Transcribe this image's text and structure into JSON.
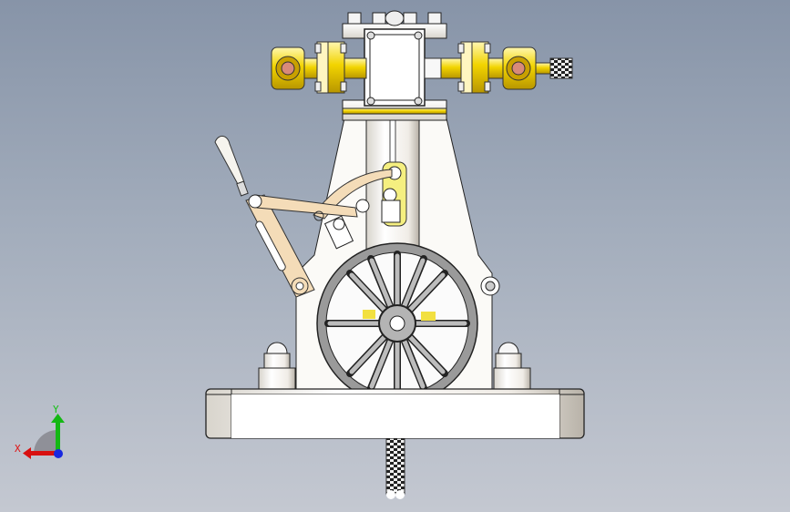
{
  "viewport": {
    "background_top": "#8794a8",
    "background_bottom": "#c4c8d1",
    "view": "Front"
  },
  "model": {
    "name": "vertical steam engine assembly",
    "parts": [
      "steam chest",
      "inlet pipe",
      "outlet pipe",
      "union fittings",
      "flanges",
      "cylinder",
      "column frame",
      "reversing lever",
      "handle",
      "linkage",
      "valve gear",
      "flywheel",
      "crosshead",
      "base plate",
      "acorn nuts",
      "shaft"
    ],
    "colors": {
      "brass": "#e6c400",
      "copper": "#d98a7a",
      "steel": "#f2f2f2",
      "bronze_link": "#f4dcb8",
      "flywheel": "#b8b8b8",
      "outline": "#1a1a1a"
    }
  },
  "triad": {
    "x_label": "X",
    "y_label": "Y",
    "x_color": "#e01010",
    "y_color": "#10c010",
    "z_color": "#1020e0"
  }
}
